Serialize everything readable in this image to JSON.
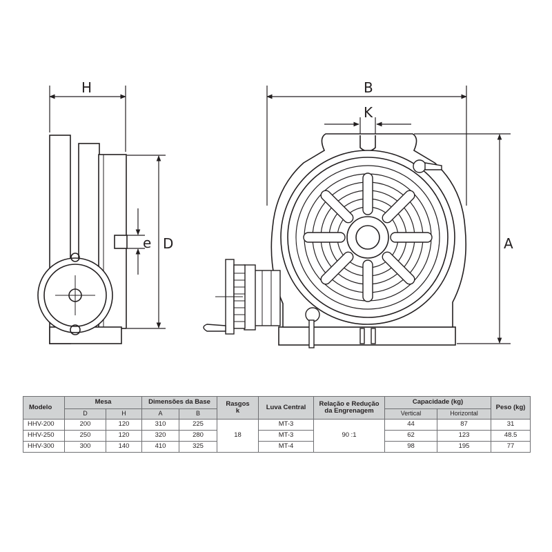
{
  "drawing": {
    "dimension_labels": {
      "h": "H",
      "b": "B",
      "k": "K",
      "a": "A",
      "d": "D",
      "e": "e"
    }
  },
  "table": {
    "headers": {
      "modelo": "Modelo",
      "mesa": "Mesa",
      "dimensoes_base": "Dimensões da Base",
      "rasgos_line1": "Rasgos",
      "rasgos_line2": "k",
      "luva_central": "Luva Central",
      "relacao_line1": "Relação e Redução",
      "relacao_line2": "da Engrenagem",
      "capacidade": "Capacidade (kg)",
      "peso": "Peso (kg)"
    },
    "subheaders": {
      "mesa_d": "D",
      "mesa_h": "H",
      "base_a": "A",
      "base_b": "B",
      "vertical": "Vertical",
      "horizontal": "Horizontal"
    },
    "rows": [
      {
        "modelo": "HHV-200",
        "d": "200",
        "h": "120",
        "a": "310",
        "b": "225",
        "luva": "MT-3",
        "vertical": "44",
        "horizontal": "87",
        "peso": "31"
      },
      {
        "modelo": "HHV-250",
        "d": "250",
        "h": "120",
        "a": "320",
        "b": "280",
        "luva": "MT-3",
        "vertical": "62",
        "horizontal": "123",
        "peso": "48.5"
      },
      {
        "modelo": "HHV-300",
        "d": "300",
        "h": "140",
        "a": "410",
        "b": "325",
        "luva": "MT-4",
        "vertical": "98",
        "horizontal": "195",
        "peso": "77"
      }
    ],
    "shared": {
      "rasgos": "18",
      "relacao": "90 :1"
    }
  }
}
